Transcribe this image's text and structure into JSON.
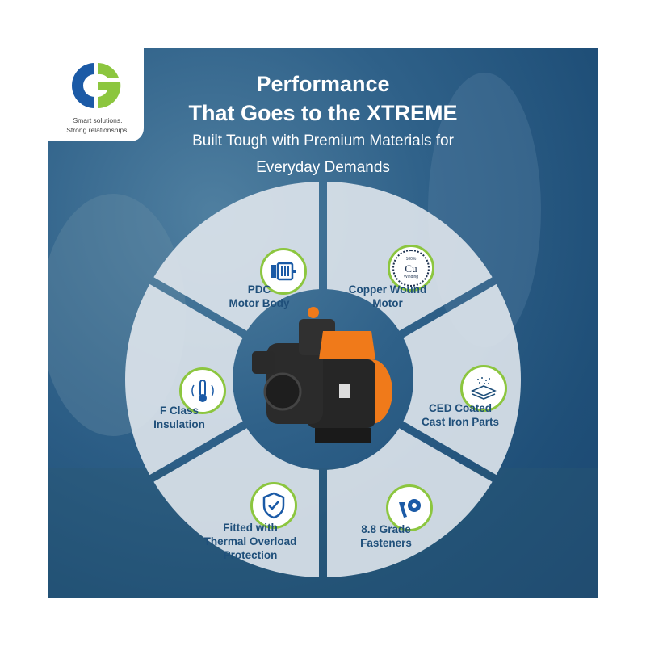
{
  "brand": {
    "logo_name": "CG",
    "tagline_line1": "Smart solutions.",
    "tagline_line2": "Strong relationships.",
    "blue": "#1b5aa6",
    "green": "#8cc63f"
  },
  "header": {
    "title_line1": "Performance",
    "title_line2": "That Goes to the XTREME",
    "subtitle_line1": "Built Tough with Premium Materials for",
    "subtitle_line2": "Everyday Demands"
  },
  "features": [
    {
      "icon": "motor-icon",
      "line1": "PDC",
      "line2": "Motor Body",
      "line3": ""
    },
    {
      "icon": "copper-winding-icon",
      "line1": "Copper Wound",
      "line2": "Motor",
      "line3": "",
      "icon_text_top": "100%",
      "icon_text_mid": "Cu",
      "icon_text_bottom": "Winding"
    },
    {
      "icon": "coating-icon",
      "line1": "CED Coated",
      "line2": "Cast Iron Parts",
      "line3": ""
    },
    {
      "icon": "fasteners-icon",
      "line1": "8.8 Grade",
      "line2": "Fasteners",
      "line3": ""
    },
    {
      "icon": "shield-check-icon",
      "line1": "Fitted with",
      "line2": "Thermal Overload",
      "line3": "Protection"
    },
    {
      "icon": "thermometer-icon",
      "line1": "F Class",
      "line2": "Insulation",
      "line3": ""
    }
  ],
  "colors": {
    "segment": "#dfe6ec",
    "text": "#1f4f7a",
    "accent": "#8cc63f",
    "pump_orange": "#f07a1a"
  }
}
